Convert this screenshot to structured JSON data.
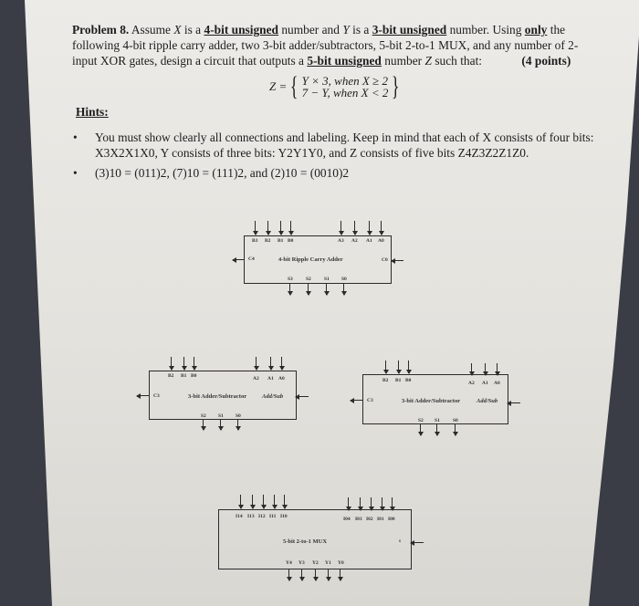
{
  "problem": {
    "heading": "Problem 8.",
    "line1_a": "Assume",
    "var_x": "X",
    "is_a": "is a",
    "x_desc": "4-bit unsigned",
    "line1_b": "number and",
    "var_y": "Y",
    "y_desc": "3-bit unsigned",
    "line1_c": "number.  Using",
    "only": "only",
    "line1_d": "the following 4-bit ripple carry adder, two 3-bit adder/subtractors, 5-bit 2-to-1 MUX, and any number of 2-input XOR gates, design a circuit that outputs a",
    "z_desc": "5-bit unsigned",
    "line1_e": "number",
    "var_z": "Z",
    "line1_f": "such that:",
    "points": "(4 points)"
  },
  "equation": {
    "lhs": "Z =",
    "case1": "Y × 3, when X ≥ 2",
    "case2": "7 − Y, when X < 2"
  },
  "hints": {
    "title": "Hints:",
    "bullet1": "You must show clearly all connections and labeling. Keep in mind that each of X consists of four bits: X3X2X1X0, Y consists of three bits: Y2Y1Y0, and Z consists of five bits Z4Z3Z2Z1Z0.",
    "bullet2": "(3)10 = (011)2, (7)10 = (111)2, and (2)10 = (0010)2"
  },
  "diagrams": {
    "ripple_adder": {
      "title": "4-bit Ripple Carry Adder",
      "b_inputs": [
        "B3",
        "B2",
        "B1",
        "B0"
      ],
      "a_inputs": [
        "A3",
        "A2",
        "A1",
        "A0"
      ],
      "carry_out": "C4",
      "carry_in": "C0",
      "outputs": [
        "S3",
        "S2",
        "S1",
        "S0"
      ]
    },
    "addsub_left": {
      "title": "3-bit Adder/Subtractor",
      "b_inputs": [
        "B2",
        "B1",
        "B0"
      ],
      "a_inputs": [
        "A2",
        "A1",
        "A0"
      ],
      "carry_out": "C3",
      "control": "Add/Sub",
      "outputs": [
        "S2",
        "S1",
        "S0"
      ]
    },
    "addsub_right": {
      "title": "3-bit Adder/Subtractor",
      "b_inputs": [
        "B2",
        "B1",
        "B0"
      ],
      "a_inputs": [
        "A2",
        "A1",
        "A0"
      ],
      "carry_out": "C3",
      "control": "Add/Sub",
      "outputs": [
        "S2",
        "S1",
        "S0"
      ]
    },
    "mux": {
      "title": "5-bit 2-to-1 MUX",
      "i1_inputs": [
        "I14",
        "I13",
        "I12",
        "I11",
        "I10"
      ],
      "i0_inputs": [
        "I04",
        "I03",
        "I02",
        "I01",
        "I00"
      ],
      "select": "s",
      "outputs": [
        "Y4",
        "Y3",
        "Y2",
        "Y1",
        "Y0"
      ]
    }
  }
}
